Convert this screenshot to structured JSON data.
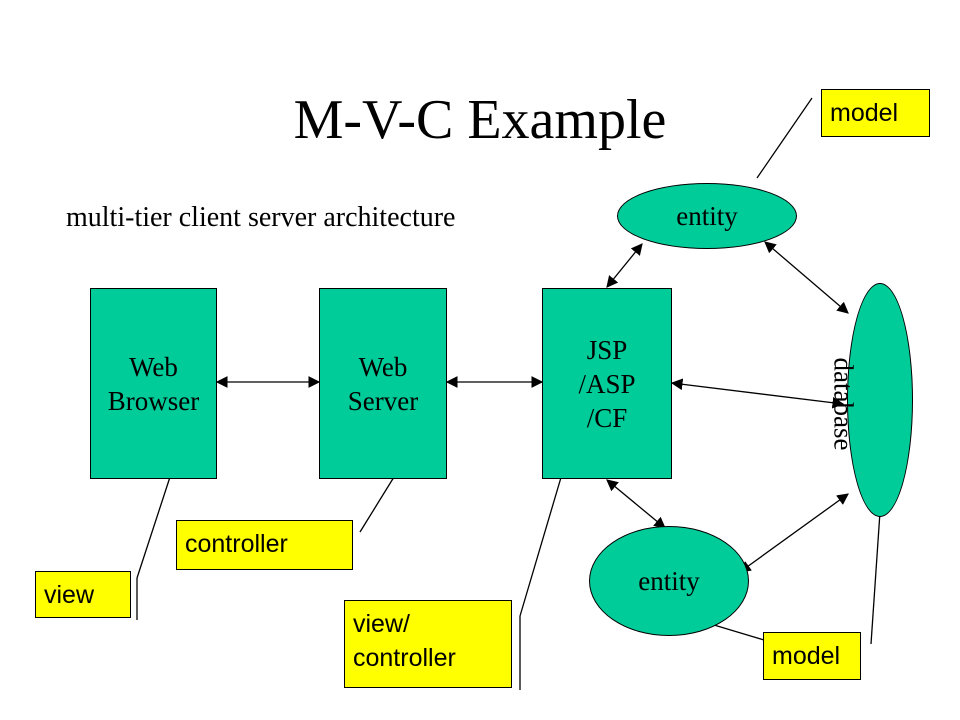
{
  "title": "M-V-C Example",
  "subtitle": "multi-tier client server architecture",
  "tiers": {
    "web_browser": "Web\nBrowser",
    "web_server": "Web\nServer",
    "jsp": "JSP\n/ASP\n/CF"
  },
  "entities": {
    "top": "entity",
    "bottom": "entity"
  },
  "database": "database",
  "notes": {
    "model_top": "model",
    "model_bottom": "model",
    "controller": "controller",
    "view": "view",
    "view_controller": "view/\ncontroller"
  },
  "colors": {
    "shape_fill": "#00cc99",
    "note_fill": "#ffff00"
  }
}
